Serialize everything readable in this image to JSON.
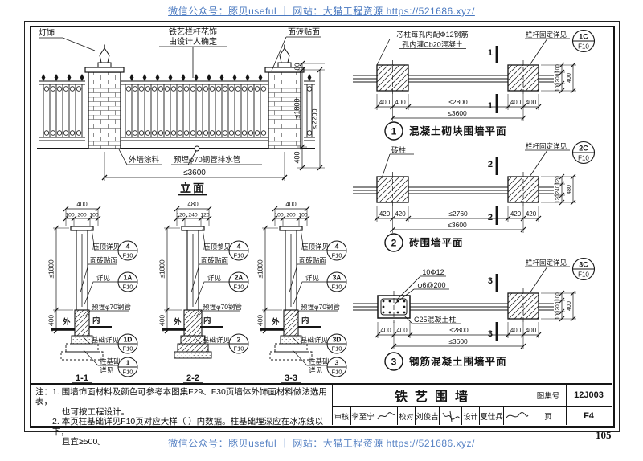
{
  "colors": {
    "watermark_blue": "#4a79c0",
    "ink": "#151515",
    "paper": "#ffffff"
  },
  "watermark": {
    "top": "微信公众号：豚贝useful ｜ 网站：大猫工程资源 https://521686.xyz/",
    "bottom": "微信公众号：豚贝useful ｜ 网站：大猫工程资源 https://521686.xyz/"
  },
  "page_number": "105",
  "elevation": {
    "title": "立面",
    "lamp_label": "灯饰",
    "railing_note_line1": "铁艺栏杆花饰",
    "railing_note_line2": "由设计人确定",
    "face_brick_label": "面砖贴面",
    "wall_paint_label": "外墙涂料",
    "drain_label": "预埋φ70钢管排水管",
    "dim_width": "≤3600",
    "dim_top": "80",
    "dim_rail_height": "≤1800",
    "dim_total_height": "≤2200",
    "dim_base": "400"
  },
  "sections": [
    {
      "title": "1-1",
      "dim_total": "400",
      "dim_a": "100",
      "dim_b": "200",
      "dim_c": "100",
      "dim_height": "≤1800",
      "dim_depth": "400",
      "outside": "外",
      "inside": "内",
      "coping_label": "压顶详见",
      "coping_ref": "4",
      "coping_page": "F10",
      "brick_label": "面砖贴面",
      "detail_label": "详见",
      "detail_ref": "1A",
      "detail_page": "F10",
      "pipe_label": "预埋φ70钢管",
      "foundation_label": "基础详见",
      "foundation_ref": "1D",
      "foundation_page": "F10",
      "pier_foundation_label1": "柱基础",
      "pier_foundation_label2": "详见",
      "pier_foundation_ref": "1",
      "pier_foundation_page": "F10"
    },
    {
      "title": "2-2",
      "dim_total": "480",
      "dim_a": "120",
      "dim_b": "240",
      "dim_c": "120",
      "dim_height": "≤1800",
      "dim_depth": "400",
      "outside": "外",
      "inside": "内",
      "coping_label": "压顶参见",
      "coping_ref": "4",
      "coping_page": "F10",
      "brick_label": "面砖贴面",
      "detail_label": "详见",
      "detail_ref": "2A",
      "detail_page": "F10",
      "pipe_label": "预埋φ70钢管",
      "foundation_label": "基础详见",
      "foundation_ref": "2",
      "foundation_page": "F10"
    },
    {
      "title": "3-3",
      "dim_total": "400",
      "dim_a": "100",
      "dim_b": "200",
      "dim_c": "100",
      "dim_height": "≤1800",
      "dim_depth": "400",
      "outside": "外",
      "inside": "内",
      "coping_label": "压顶详见",
      "coping_ref": "4",
      "coping_page": "F10",
      "brick_label": "面砖贴面",
      "detail_label": "详见",
      "detail_ref": "3A",
      "detail_page": "F10",
      "pipe_label": "预埋φ70钢管",
      "foundation_label": "基础详见",
      "foundation_ref": "3D",
      "foundation_page": "F10",
      "pier_foundation_label1": "柱基础",
      "pier_foundation_label2": "详见",
      "pier_foundation_ref": "3",
      "pier_foundation_page": "F10"
    }
  ],
  "plans": [
    {
      "num": "1",
      "title": "混凝土砌块围墙平面",
      "note1": "芯柱每孔内配Φ12钢筋",
      "note2": "孔内灌Cb20混凝土",
      "fixing_label": "栏杆固定详见",
      "fixing_ref": "1C",
      "fixing_page": "F10",
      "mark": "1",
      "d1": "400",
      "d2": "400",
      "d3": "≤2800",
      "d4": "400",
      "d5": "400",
      "d_total": "≤3600",
      "r1": "100",
      "r2": "200",
      "r3": "100",
      "r_total": "400"
    },
    {
      "num": "2",
      "title": "砖围墙平面",
      "note1": "砖柱",
      "fixing_label": "栏杆固定详见",
      "fixing_ref": "2C",
      "fixing_page": "F10",
      "mark": "2",
      "d1": "420",
      "d2": "420",
      "d3": "≤2760",
      "d4": "420",
      "d5": "420",
      "d_total": "≤3600",
      "r1": "120",
      "r2": "240",
      "r3": "120",
      "r_total": "480"
    },
    {
      "num": "3",
      "title": "钢筋混凝土围墙平面",
      "note1": "10Φ12",
      "note2": "φ6@200",
      "note3": "C25混凝土柱",
      "fixing_label": "栏杆固定详见",
      "fixing_ref": "3C",
      "fixing_page": "F10",
      "mark": "3",
      "d1": "400",
      "d2": "400",
      "d3": "≤2800",
      "d4": "400",
      "d5": "400",
      "d_total": "≤3600",
      "r1": "100",
      "r2": "200",
      "r3": "100",
      "r_total": "400"
    }
  ],
  "notes": {
    "line1": "注：1. 围墙饰面材料及颜色可参考本图集F29、F30页墙体外饰面材料做法选用表，",
    "line2": "也可按工程设计。",
    "line3": "2. 本页柱基础详见F10页对应大样（ ）内数据。柱基础埋深应在冰冻线以下，",
    "line4": "且宜≥500。"
  },
  "title_block": {
    "title": "铁艺围墙",
    "atlas_label": "图集号",
    "atlas_no": "12J003",
    "page_label": "页",
    "page_no": "F4",
    "reviewer_label": "审核",
    "reviewer_name": "李至宁",
    "checker_label": "校对",
    "checker_name": "刘俊吉",
    "designer_label": "设计",
    "designer_name": "夏仕兵"
  }
}
